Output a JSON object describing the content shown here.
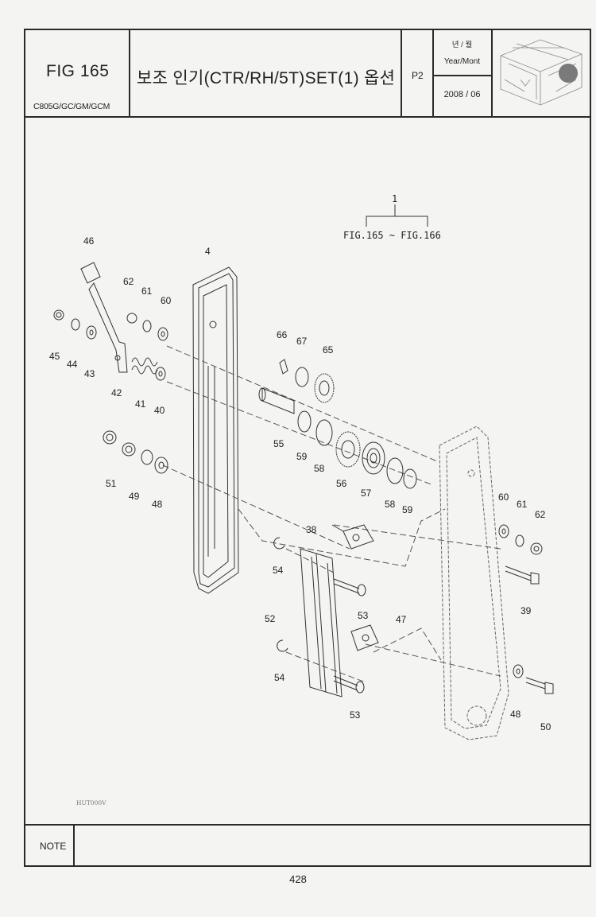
{
  "header": {
    "fig_number": "FIG 165",
    "models": "C805G/GC/GM/GCM",
    "title": "보조 인기(CTR/RH/5T)SET(1) 옵션",
    "page_code": "P2",
    "year_month_kr": "년 / 월",
    "year_month_en": "Year/Mont",
    "date": "2008 / 06"
  },
  "reference": {
    "part": "1",
    "figs": "FIG.165 ~ FIG.166"
  },
  "callouts": [
    "4",
    "46",
    "62",
    "61",
    "60",
    "45",
    "44",
    "43",
    "42",
    "41",
    "40",
    "66",
    "67",
    "65",
    "55",
    "59",
    "58",
    "56",
    "57",
    "58",
    "59",
    "51",
    "49",
    "48",
    "60",
    "61",
    "62",
    "38",
    "54",
    "39",
    "52",
    "53",
    "47",
    "54",
    "53",
    "48",
    "50"
  ],
  "stamp": "HUT000V",
  "note_label": "NOTE",
  "page_number": "428"
}
